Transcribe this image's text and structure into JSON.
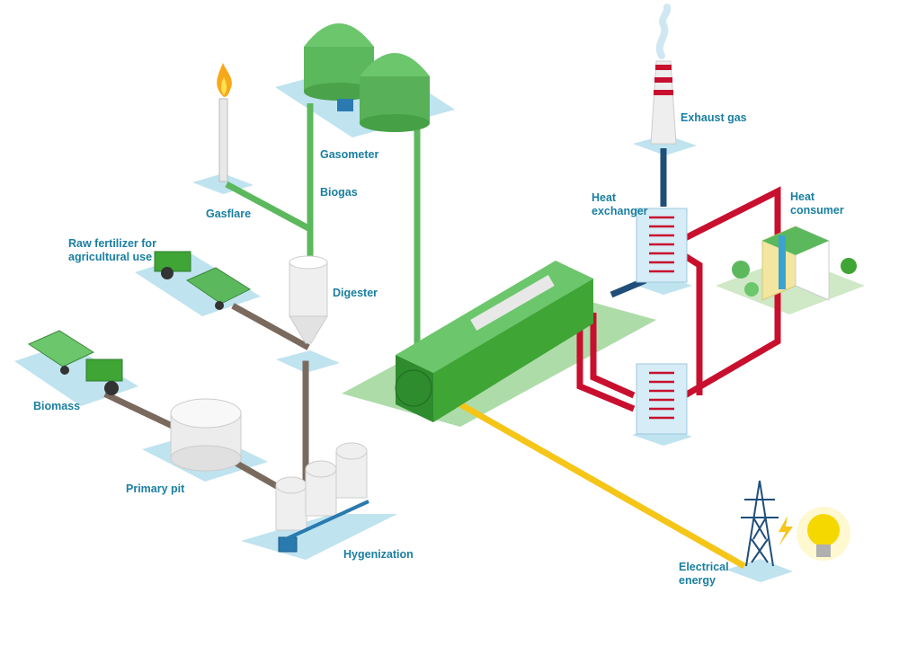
{
  "colors": {
    "gas_pipe": "#5cb85c",
    "biomass_pipe": "#7a6a5e",
    "hot_water": "#c8102e",
    "exhaust": "#1f4e79",
    "electricity": "#f5c518",
    "platform": "#bfe3ef",
    "engine": "#3fa535",
    "label": "#1a7fa0"
  },
  "labels": {
    "gasometer": "Gasometer",
    "biogas": "Biogas",
    "gasflare": "Gasflare",
    "raw_fertilizer": "Raw fertilizer for\nagricultural use",
    "digester": "Digester",
    "biomass": "Biomass",
    "primary_pit": "Primary pit",
    "hygenization": "Hygenization",
    "exhaust_gas": "Exhaust gas",
    "heat_exchanger": "Heat\nexchanger",
    "heat_consumer": "Heat\nconsumer",
    "electrical_energy": "Electrical\nenergy"
  }
}
